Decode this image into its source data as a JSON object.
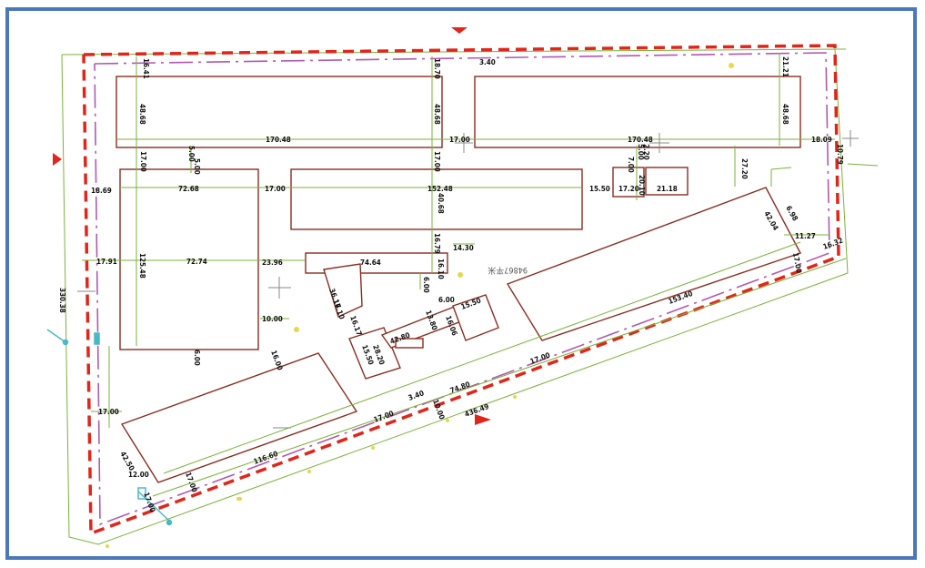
{
  "colors": {
    "frame": "#4a78b8",
    "boundary": "#e0261b",
    "setback": "#b05ab0",
    "building": "#8a2c20",
    "dimension": "#7ab33a",
    "marker": "#e0261b",
    "point": "#e6d84a",
    "accent": "#48b8c8",
    "text": "#111111"
  },
  "diagram": {
    "site_area_label": "94867平米",
    "dims": {
      "top_gap": "3.40",
      "a1": "16.41",
      "a2": "48.68",
      "a3": "170.48",
      "a4": "18.70",
      "a5": "48.68",
      "a6": "17.00",
      "a7": "170.48",
      "a8": "48.68",
      "a9": "21.21",
      "a10": "18.09",
      "b1": "5.00",
      "b2": "5.00",
      "b3": "17.00",
      "b4": "17.00",
      "b5": "18.69",
      "b6": "72.68",
      "b7": "17.00",
      "b8": "152.48",
      "b9": "40.68",
      "b10": "15.50",
      "b11": "5.00",
      "b12": "2.20",
      "b13": "7.00",
      "b14": "17.20",
      "b15": "20.10",
      "b16": "21.18",
      "b17": "27.20",
      "b18": "10.79",
      "c1": "125.48",
      "c2": "17.91",
      "c3": "72.74",
      "c4": "23.96",
      "c5": "74.64",
      "c6": "16.79",
      "c7": "14.30",
      "c8": "16.10",
      "c9": "6.00",
      "c10": "42.04",
      "c11": "6.98",
      "c12": "11.27",
      "c13": "16.32",
      "c14": "17.00",
      "d1": "330.38",
      "d2": "10.00",
      "d3": "36.17",
      "d4": "16.10",
      "d5": "16.17",
      "d6": "6.00",
      "d7": "16.00",
      "d8": "15.50",
      "d9": "42.80",
      "d10": "15.50",
      "d11": "28.20",
      "d12": "13.80",
      "d13": "6.00",
      "d14": "16.06",
      "d15": "153.40",
      "d16": "17.00",
      "e1": "17.00",
      "e2": "3.40",
      "e3": "74.80",
      "e4": "17.00",
      "e5": "436.49",
      "e6": "10.00",
      "e7": "42.50",
      "e8": "12.00",
      "e9": "116.60",
      "e10": "17.00",
      "e11": "17.00"
    }
  }
}
